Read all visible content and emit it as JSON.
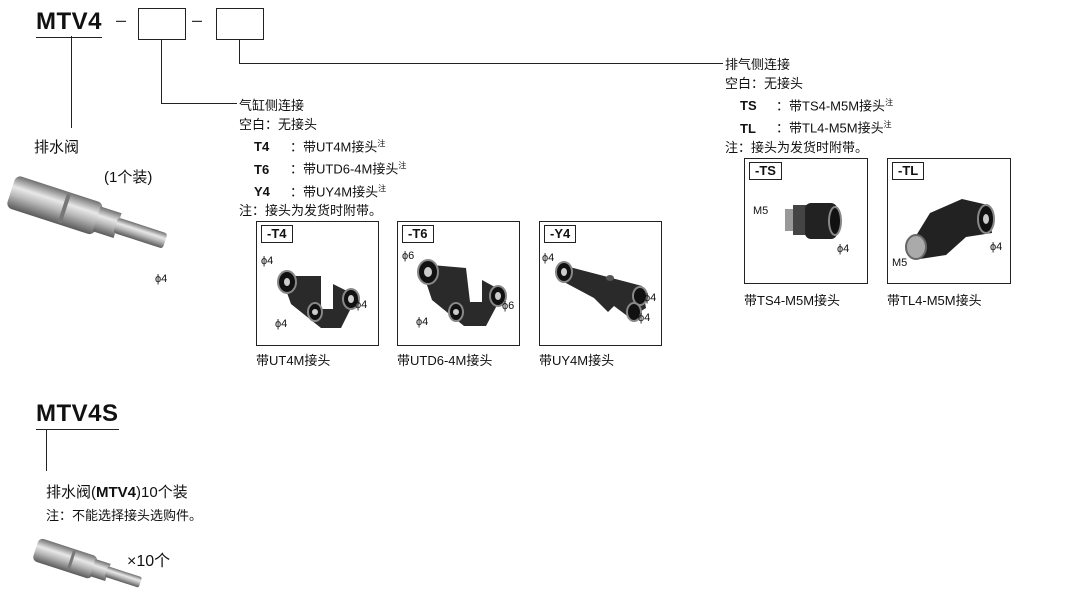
{
  "mtv4": {
    "model": "MTV4",
    "dash": "–",
    "drain_valve": "排水阀",
    "pack": "(1个装)",
    "phi4": "ϕ4"
  },
  "cylinder_side": {
    "title": "气缸侧连接",
    "blank": "空白：无接头",
    "options": [
      {
        "code": "T4",
        "desc": "：带UT4M接头",
        "note": "注"
      },
      {
        "code": "T6",
        "desc": "：带UTD6-4M接头",
        "note": "注"
      },
      {
        "code": "Y4",
        "desc": "：带UY4M接头",
        "note": "注"
      }
    ],
    "footnote": "注：接头为发货时附带。"
  },
  "exhaust_side": {
    "title": "排气侧连接",
    "blank": "空白：无接头",
    "options": [
      {
        "code": "TS",
        "desc": "：带TS4-M5M接头",
        "note": "注"
      },
      {
        "code": "TL",
        "desc": "：带TL4-M5M接头",
        "note": "注"
      }
    ],
    "footnote": "注：接头为发货时附带。"
  },
  "fittings": {
    "t4": {
      "tag": "-T4",
      "l1": "ϕ4",
      "l2": "ϕ4",
      "l3": "ϕ4",
      "caption": "带UT4M接头"
    },
    "t6": {
      "tag": "-T6",
      "l1": "ϕ6",
      "l2": "ϕ6",
      "l3": "ϕ4",
      "caption": "带UTD6-4M接头"
    },
    "y4": {
      "tag": "-Y4",
      "l1": "ϕ4",
      "l2": "ϕ4",
      "l3": "ϕ4",
      "caption": "带UY4M接头"
    },
    "ts": {
      "tag": "-TS",
      "l1": "M5",
      "l2": "ϕ4",
      "caption": "带TS4-M5M接头"
    },
    "tl": {
      "tag": "-TL",
      "l1": "M5",
      "l2": "ϕ4",
      "caption": "带TL4-M5M接头"
    }
  },
  "mtv4s": {
    "model": "MTV4S",
    "desc_pre": "排水阀(",
    "desc_bold": "MTV4",
    "desc_post": ")10个装",
    "note": "注：不能选择接头选购件。",
    "qty": "×10个"
  }
}
